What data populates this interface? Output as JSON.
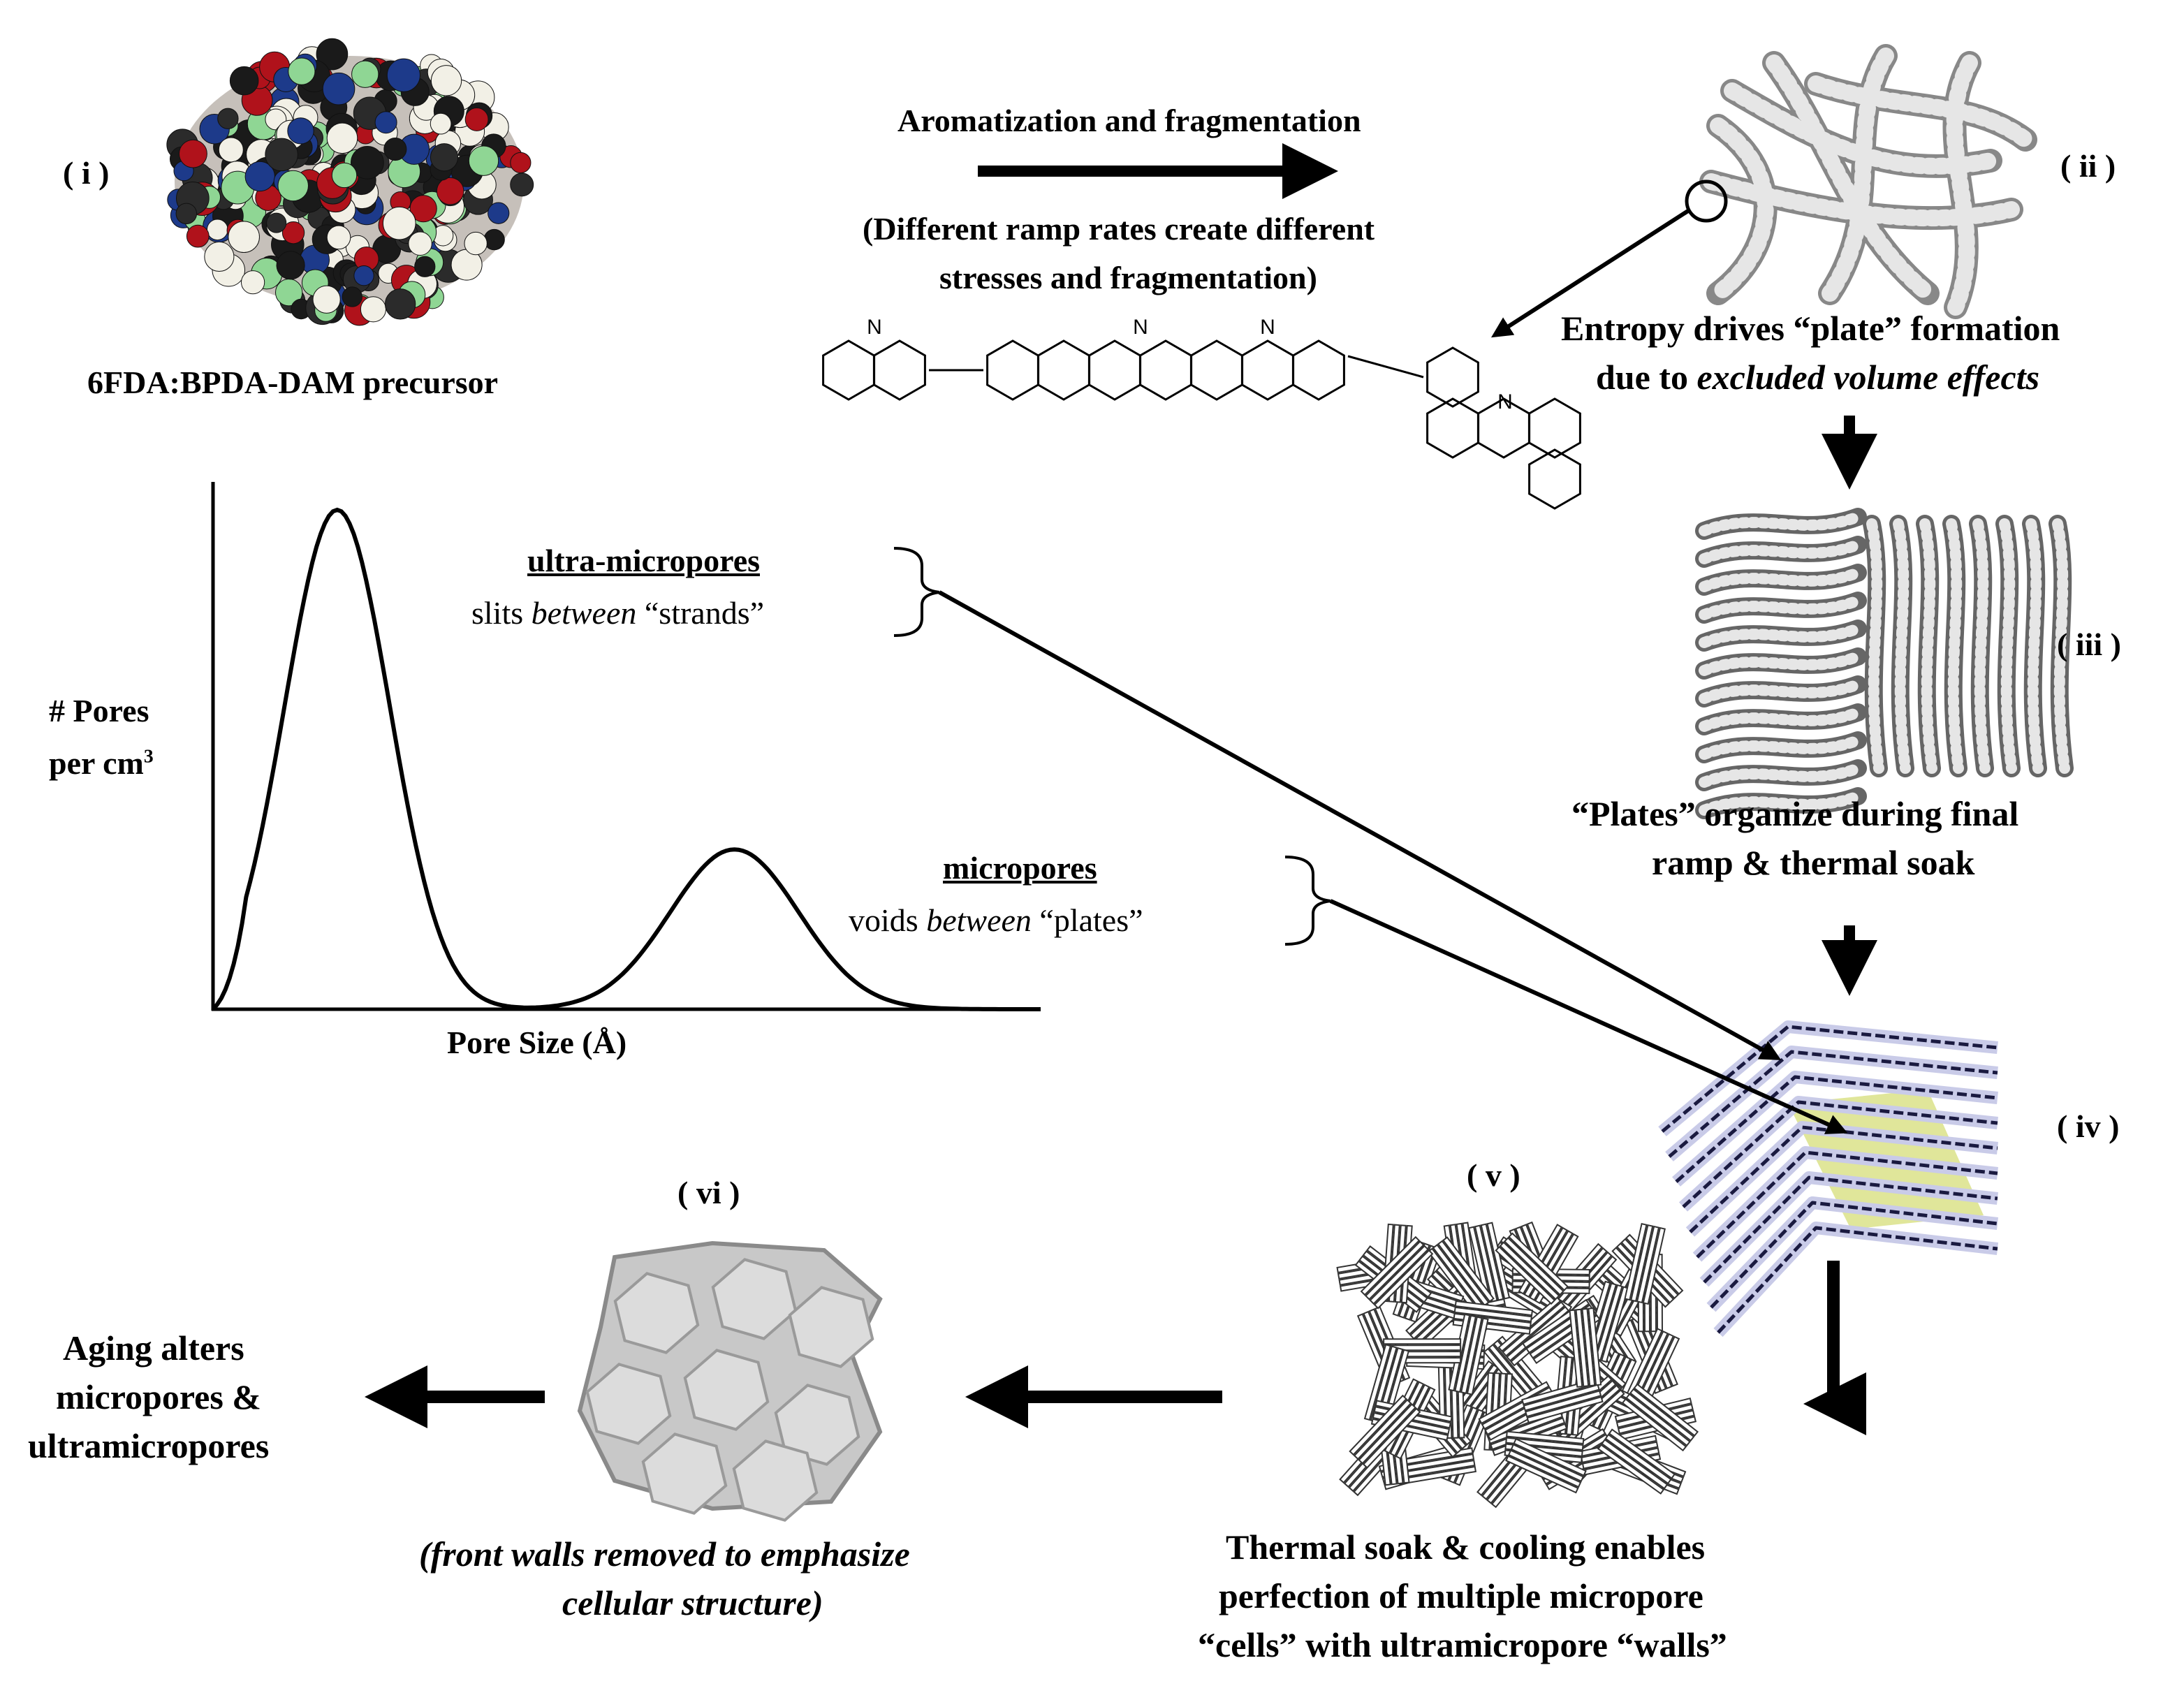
{
  "stages": {
    "i": {
      "roman": "( i )",
      "caption": "6FDA:BPDA-DAM precursor"
    },
    "ii": {
      "roman": "( ii )",
      "caption_line1": "Entropy drives “plate” formation",
      "caption_line2_prefix": "due to ",
      "caption_line2_italic": "excluded volume effects"
    },
    "iii": {
      "roman": "( iii )",
      "caption_line1": "“Plates” organize during final",
      "caption_line2": "ramp & thermal soak"
    },
    "iv": {
      "roman": "( iv )"
    },
    "v": {
      "roman": "( v )",
      "caption_line1": "Thermal soak & cooling enables",
      "caption_line2": "perfection of multiple micropore",
      "caption_line3": "“cells” with ultramicropore  “walls”"
    },
    "vi": {
      "roman": "( vi )",
      "caption_line1": "(front walls removed to emphasize",
      "caption_line2": "cellular structure)"
    }
  },
  "process": {
    "title": "Aromatization and fragmentation",
    "note_line1": "(Different ramp rates create different",
    "note_line2": "stresses and  fragmentation)"
  },
  "molecule": {
    "n_labels": [
      "N",
      "N",
      "N",
      "N"
    ]
  },
  "chart_data": {
    "type": "line",
    "title": "",
    "xlabel": "Pore Size (Å)",
    "ylabel_line1": "# Pores",
    "ylabel_line2": "per cm",
    "ylabel_sup": "3",
    "series": [
      {
        "peaks": [
          "ultra-micropores",
          "micropores"
        ],
        "relative_heights": [
          1.0,
          0.32
        ]
      }
    ],
    "annotations": [
      {
        "heading": "ultra-micropores",
        "text_prefix": "slits ",
        "text_italic": "between",
        "text_suffix": " “strands”"
      },
      {
        "heading": "micropores",
        "text_prefix": "voids ",
        "text_italic": "between",
        "text_suffix": " “plates”"
      }
    ]
  },
  "final": {
    "line1": "Aging alters",
    "line2": "micropores &",
    "line3": "ultramicropores"
  }
}
